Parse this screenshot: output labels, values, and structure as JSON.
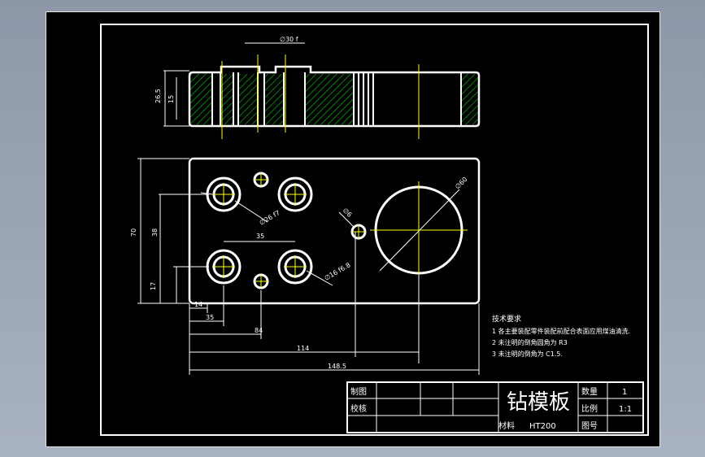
{
  "drawing": {
    "title": "钻模板",
    "material_label": "材料",
    "material_value": "HT200",
    "labels": {
      "drawn": "制图",
      "checked": "校核",
      "quantity": "数量",
      "scale": "比例",
      "drawing_no": "图号"
    },
    "quantity_value": "1",
    "scale_value": "1:1"
  },
  "notes": {
    "heading": "技术要求",
    "items": [
      "1 各主要装配零件装配前配合表面应用煤油清洗.",
      "2 未注明的倒角圆角为 R3",
      "3 未注明的倒角为 C1.5."
    ]
  },
  "dimensions": {
    "top_width": "∅30 f",
    "side_outer": "26.5",
    "side_inner": "15",
    "height_total": "70",
    "height_mid": "38",
    "height_low": "17",
    "hole_spacing": "35",
    "hole_a": "∅26 f7",
    "hole_b": "∅16 f6.8",
    "big_hole": "∅60",
    "small_hole": "∅6",
    "x1": "14",
    "x2": "35",
    "x3": "84",
    "x4": "114",
    "x5": "148.5"
  },
  "colors": {
    "line": "#ffffff",
    "center": "#ffff00",
    "hatch": "#00c000",
    "background": "#000000"
  }
}
